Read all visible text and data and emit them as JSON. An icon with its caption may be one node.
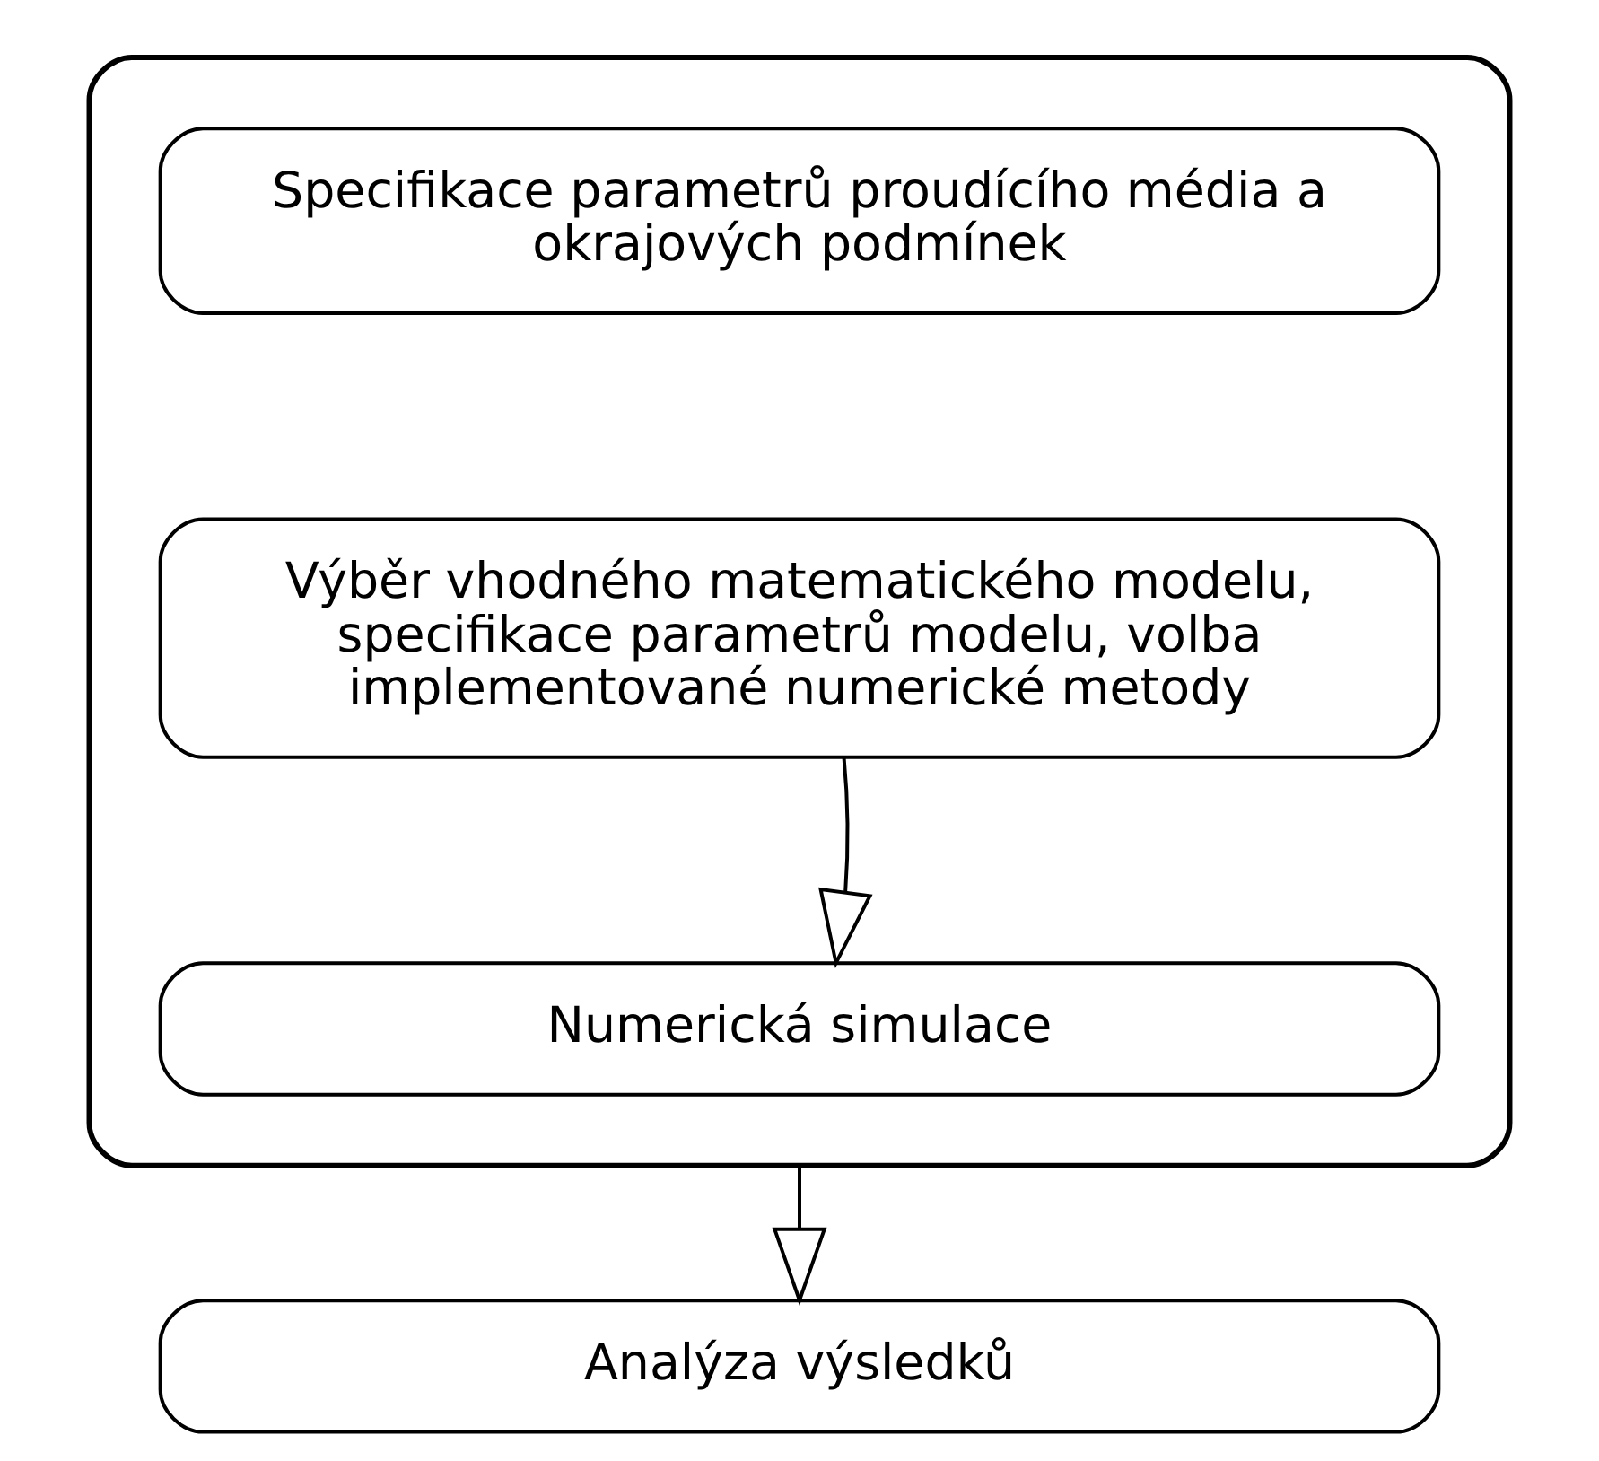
{
  "diagram": {
    "nodes": [
      {
        "text": [],
        "shape": "box"
      },
      {
        "text": [
          "Specifikace parametrů proudícího média a okrajových podmínek"
        ],
        "in": 0
      },
      {
        "text": [
          "Výběr vhodného matematického modelu, specifikace parametrů modelu, volba implementované numerické metody"
        ],
        "in": 0
      },
      {
        "text": [
          "Numerická simulace"
        ],
        "in": 0
      },
      {
        "text": [
          "Analýza výsledků"
        ]
      }
    ],
    "edges": [
      {
        "from": 2,
        "to": 3,
        "arrow": "to"
      },
      {
        "from": 0,
        "to": 4,
        "arrow": "to"
      }
    ]
  }
}
